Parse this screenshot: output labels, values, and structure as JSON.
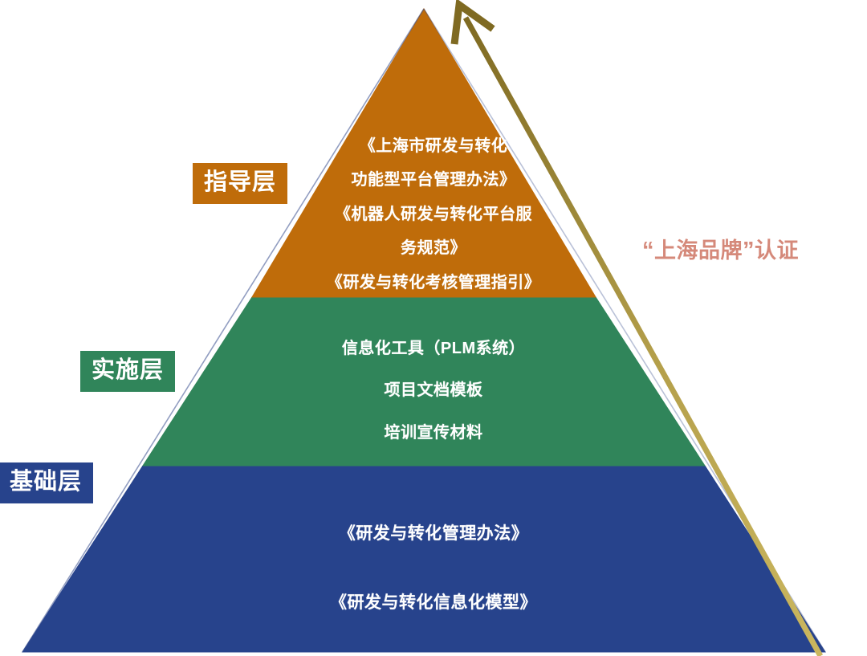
{
  "diagram": {
    "type": "pyramid",
    "title": "",
    "background_color": "#ffffff",
    "tiers": [
      {
        "id": "guidance",
        "badge_label": "指导层",
        "color": "#bf6c0a",
        "lines": [
          "《上海市研发与转化",
          "功能型平台管理办法》",
          "《机器人研发与转化平台服",
          "务规范》",
          "《研发与转化考核管理指引》"
        ],
        "items": [
          "《上海市研发与转化功能型平台管理办法》",
          "《机器人研发与转化平台服务规范》",
          "《研发与转化考核管理指引》"
        ]
      },
      {
        "id": "implementation",
        "badge_label": "实施层",
        "color": "#30855a",
        "lines": [
          "信息化工具（PLM系统）",
          "项目文档模板",
          "培训宣传材料"
        ],
        "items": [
          "信息化工具（PLM系统）",
          "项目文档模板",
          "培训宣传材料"
        ]
      },
      {
        "id": "foundation",
        "badge_label": "基础层",
        "color": "#27438c",
        "lines": [
          "《研发与转化管理办法》",
          "《研发与转化信息化模型》"
        ],
        "items": [
          "《研发与转化管理办法》",
          "《研发与转化信息化模型》"
        ]
      }
    ]
  },
  "annotation": {
    "open_quote": "“",
    "brand_text": "上海品牌",
    "close_quote": "”",
    "suffix": "认证",
    "full_text": "“上海品牌”认证",
    "color": "#d5897a"
  },
  "arrow": {
    "name": "upward-growth-arrow",
    "color_top": "#7f6a22",
    "color_bottom": "#cbb75f",
    "direction": "up-left"
  }
}
